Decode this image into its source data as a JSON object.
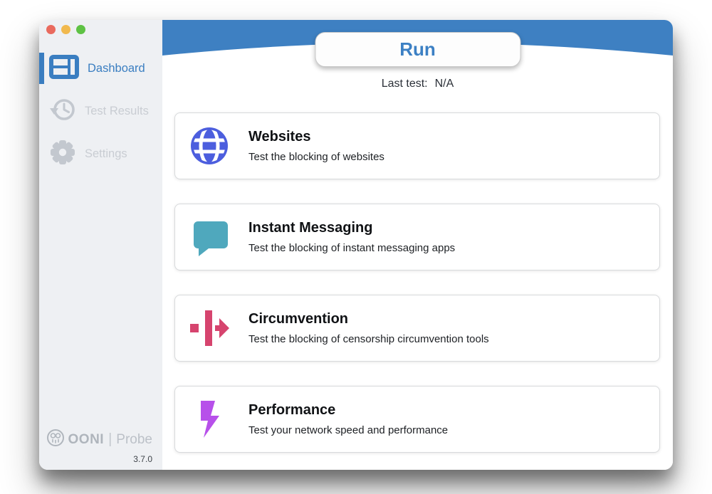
{
  "window": {
    "traffic_lights": [
      {
        "name": "close",
        "color": "#e96a5e"
      },
      {
        "name": "minimize",
        "color": "#f1b94e"
      },
      {
        "name": "zoom",
        "color": "#5ec244"
      }
    ]
  },
  "sidebar": {
    "items": [
      {
        "label": "Dashboard",
        "icon": "dashboard-icon",
        "active": true
      },
      {
        "label": "Test Results",
        "icon": "history-icon",
        "active": false
      },
      {
        "label": "Settings",
        "icon": "gear-icon",
        "active": false
      }
    ],
    "logo": {
      "brand": "OONI",
      "divider": "|",
      "product": "Probe",
      "version": "3.7.0"
    }
  },
  "header": {
    "run_label": "Run",
    "last_test_label": "Last test:",
    "last_test_value": "N/A"
  },
  "cards": [
    {
      "title": "Websites",
      "description": "Test the blocking of websites",
      "icon": "globe-icon",
      "color": "#4c5ede"
    },
    {
      "title": "Instant Messaging",
      "description": "Test the blocking of instant messaging apps",
      "icon": "chat-bubble-icon",
      "color": "#4fa8bd"
    },
    {
      "title": "Circumvention",
      "description": "Test the blocking of censorship circumvention tools",
      "icon": "circumvention-arrow-icon",
      "color": "#d6446e"
    },
    {
      "title": "Performance",
      "description": "Test your network speed and performance",
      "icon": "lightning-icon",
      "color": "#b750ea"
    }
  ],
  "colors": {
    "header_blue": "#3e80c2",
    "sidebar_bg": "#eef0f3",
    "active_item_blue": "#3a7dc0",
    "inactive_item_gray": "#c9cdd3",
    "run_text_blue": "#3c80c4"
  }
}
